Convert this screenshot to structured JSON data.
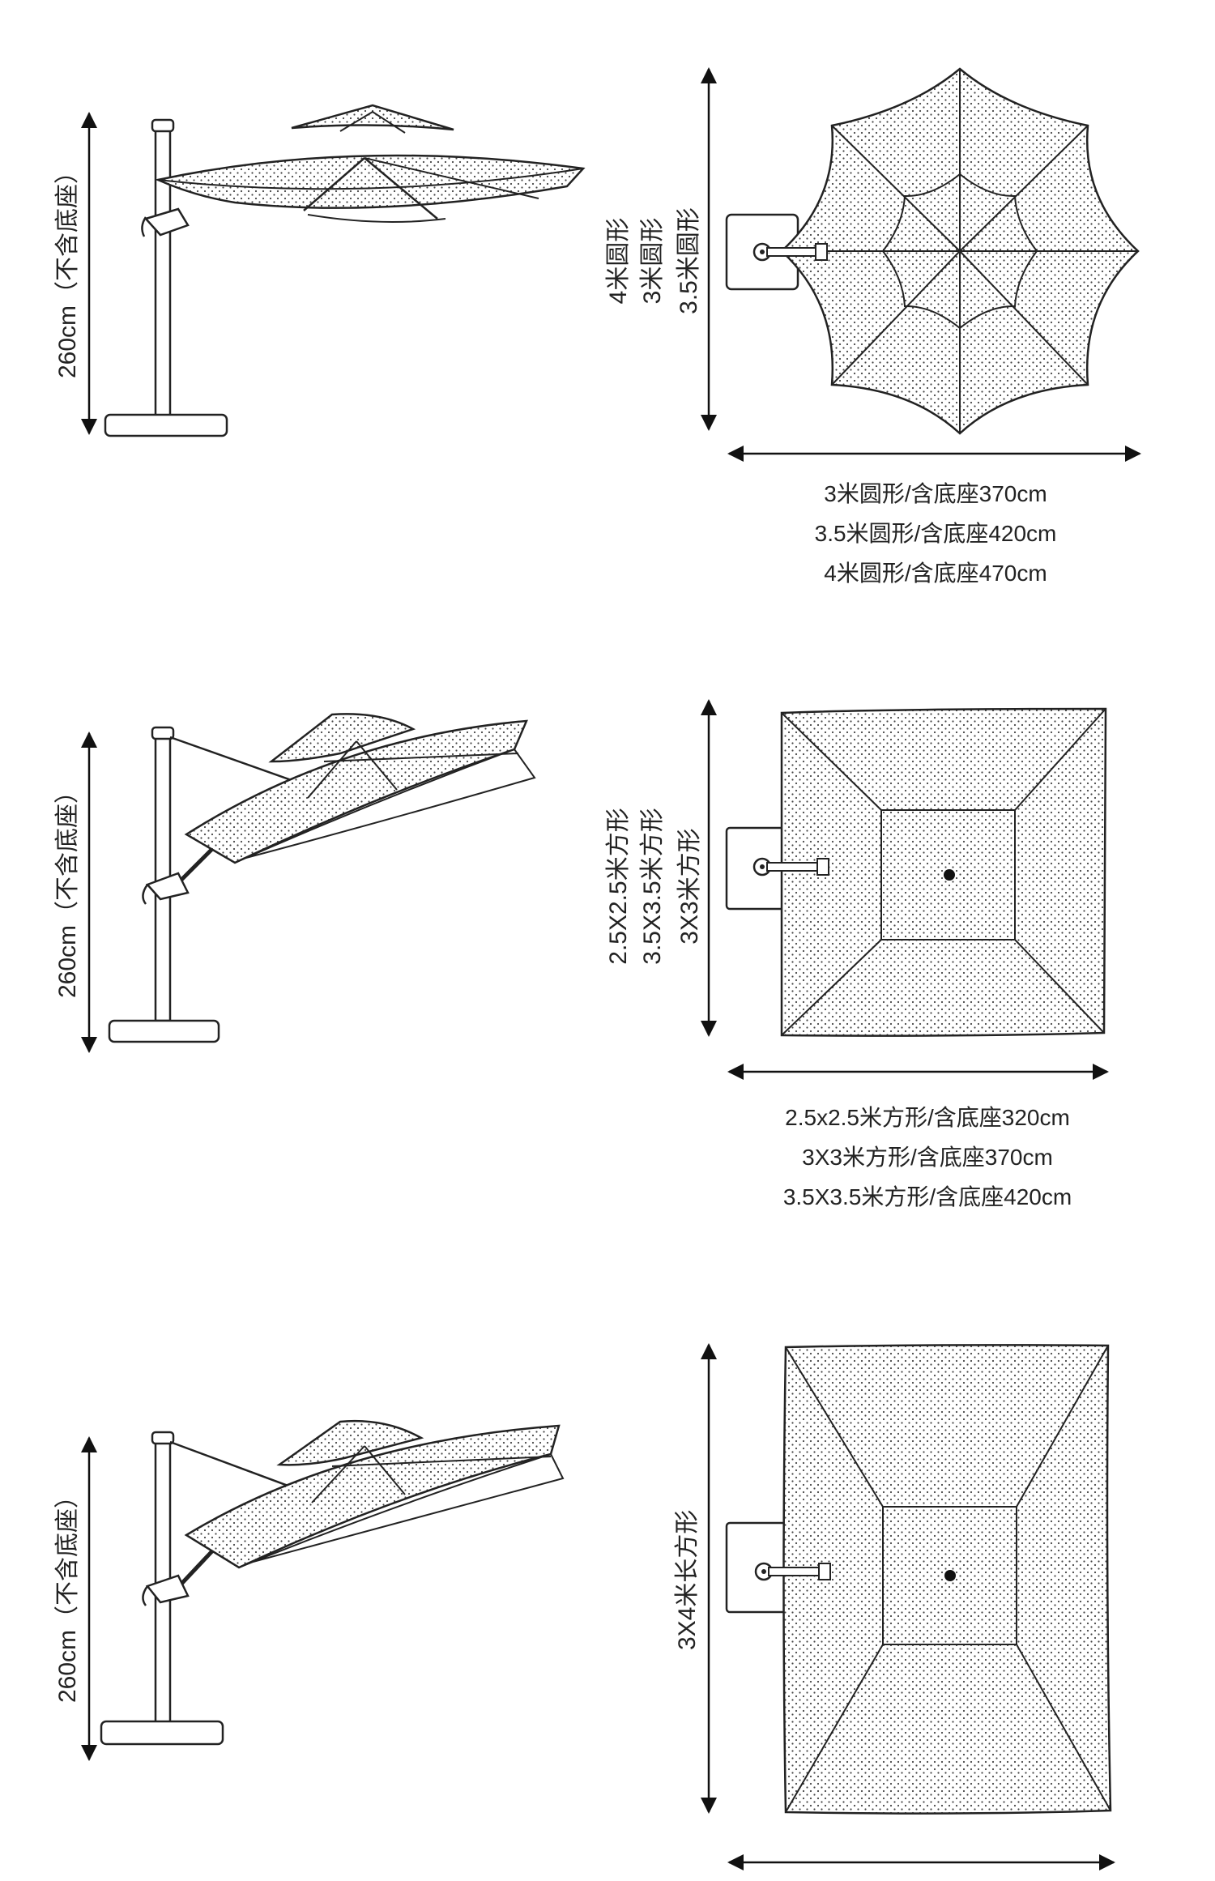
{
  "sections": [
    {
      "shape": "round",
      "side_height_label": "260cm（不含底座）",
      "size_labels": [
        "4米圆形",
        "3米圆形",
        "3.5米圆形"
      ],
      "captions": [
        "3米圆形/含底座370cm",
        "3.5米圆形/含底座420cm",
        "4米圆形/含底座470cm"
      ]
    },
    {
      "shape": "square",
      "side_height_label": "260cm（不含底座）",
      "size_labels": [
        "2.5X2.5米方形",
        "3.5X3.5米方形",
        "3X3米方形"
      ],
      "captions": [
        "2.5x2.5米方形/含底座320cm",
        "3X3米方形/含底座370cm",
        "3.5X3.5米方形/含底座420cm"
      ]
    },
    {
      "shape": "rectangle",
      "side_height_label": "260cm（不含底座）",
      "size_labels": [
        "3X4米长方形"
      ],
      "captions": []
    }
  ]
}
